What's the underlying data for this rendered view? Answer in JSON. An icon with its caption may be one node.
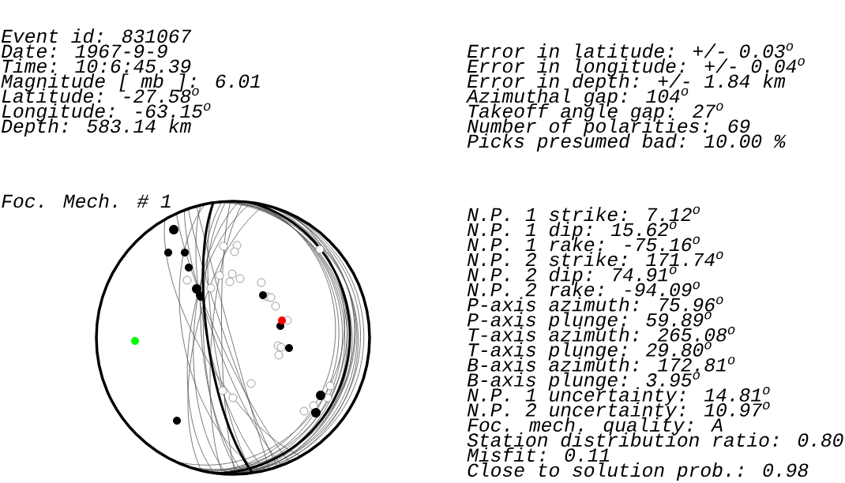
{
  "diagram": {
    "labels": [
      "Event id: 831067",
      "Date: 1967-9-9",
      "Time: 10:6:45.39",
      "Magnitude [ mb ]: 6.01",
      "Latitude: -27.58$^{o}$",
      "Longitude: -63.15$^{o}$",
      "Depth: 583.14 km",
      "Error in latitude: +/- 0.03$^{o}$",
      "Error in longitude: +/- 0.04$^{o}$",
      "Error in depth: +/- 1.84 km",
      "Azimuthal gap: 104$^{o}$",
      "Takeoff angle gap: 27$^{o}$",
      "Number of polarities: 69",
      "Picks presumed bad: 10.00 %",
      "Foc. Mech. # 1",
      "N.P. 1 strike: 7.12$^{o}$",
      "N.P. 1 dip: 15.62$^{o}$",
      "N.P. 1 rake: -75.16$^{o}$",
      "N.P. 2 strike: 171.74$^{o}$",
      "N.P. 2 dip: 74.91$^{o}$",
      "N.P. 2 rake: -94.09$^{o}$",
      "P-axis azimuth: 75.96$^{o}$",
      "P-axis plunge: 59.89$^{o}$",
      "T-axis azimuth: 265.08$^{o}$",
      "T-axis plunge: 29.80$^{o}$",
      "B-axis azimuth: 172.81$^{o}$",
      "B-axis plunge: 3.95$^{o}$",
      "N.P. 1 uncertainty: 14.81$^{o}$",
      "N.P. 2 uncertainty: 10.97$^{o}$",
      "Foc. mech. quality: A",
      "Station distribution ratio: 0.80",
      "Misfit: 0.11",
      "Close to solution prob.: 0.98"
    ]
  }
}
